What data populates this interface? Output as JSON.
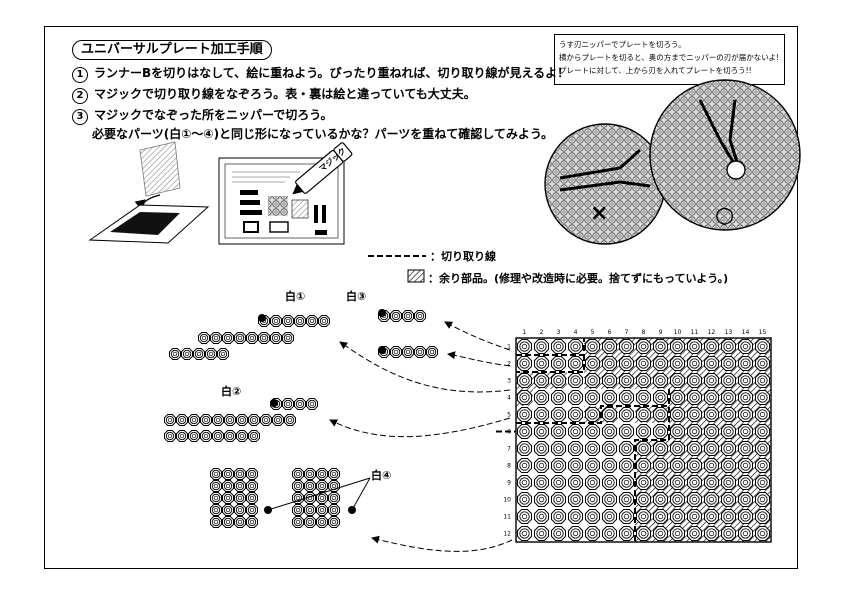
{
  "title": "ユニバーサルプレート加工手順",
  "steps": [
    {
      "num": "1",
      "text": "ランナーBを切りはなして、絵に重ねよう。ぴったり重ねれば、切り取り線が見えるよ！"
    },
    {
      "num": "2",
      "text": "マジックで切り取り線をなぞろう。表・裏は絵と違っていても大丈夫。"
    },
    {
      "num": "3",
      "text": "マジックでなぞった所をニッパーで切ろう。"
    },
    {
      "num": "",
      "text": "必要なパーツ(白①～④)と同じ形になっているかな？パーツを重ねて確認してみよう。"
    }
  ],
  "note": {
    "lines": [
      "うす刃ニッパーでプレートを切ろう。",
      "横からプレートを切ると、奥の方までニッパーの刃が届かないよ!!",
      "プレートに対して、上から刃を入れてプレートを切ろう!!"
    ],
    "wrong_mark": "×",
    "right_mark": "○"
  },
  "marker_label": "マジック",
  "legend": {
    "cut_line": "：切り取り線",
    "spare": "：余り部品。(修理や改造時に必要。捨てずにもっていよう。)"
  },
  "parts": {
    "p1": "白①",
    "p2": "白②",
    "p3": "白③",
    "p4": "白④"
  },
  "grid": {
    "cols": [
      "1",
      "2",
      "3",
      "4",
      "5",
      "6",
      "7",
      "8",
      "9",
      "10",
      "11",
      "12",
      "13",
      "14",
      "15"
    ],
    "rows": [
      "1",
      "2",
      "3",
      "4",
      "5",
      "6",
      "7",
      "8",
      "9",
      "10",
      "11",
      "12"
    ]
  }
}
